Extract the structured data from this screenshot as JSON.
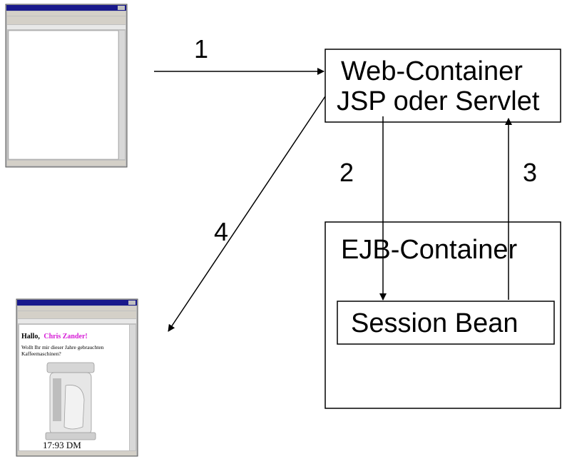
{
  "web_container": {
    "line1": "Web-Container",
    "line2": "JSP oder Servlet"
  },
  "ejb_container": {
    "label": "EJB-Container"
  },
  "session_bean": {
    "label": "Session Bean"
  },
  "steps": {
    "step1": "1",
    "step2": "2",
    "step3": "3",
    "step4": "4"
  },
  "result_browser": {
    "greeting": "Hallo,",
    "name": "Chris Zander!",
    "message_line1": "Wollt Ihr mir dieser Jahre gebrauchten",
    "message_line2": "Kaffeemaschinen?",
    "bottom_text": "17:93 DM"
  },
  "colors": {
    "browser_title": "#1a1a8c",
    "browser_chrome": "#c0c0c0",
    "name_highlight": "#d61bd6"
  }
}
